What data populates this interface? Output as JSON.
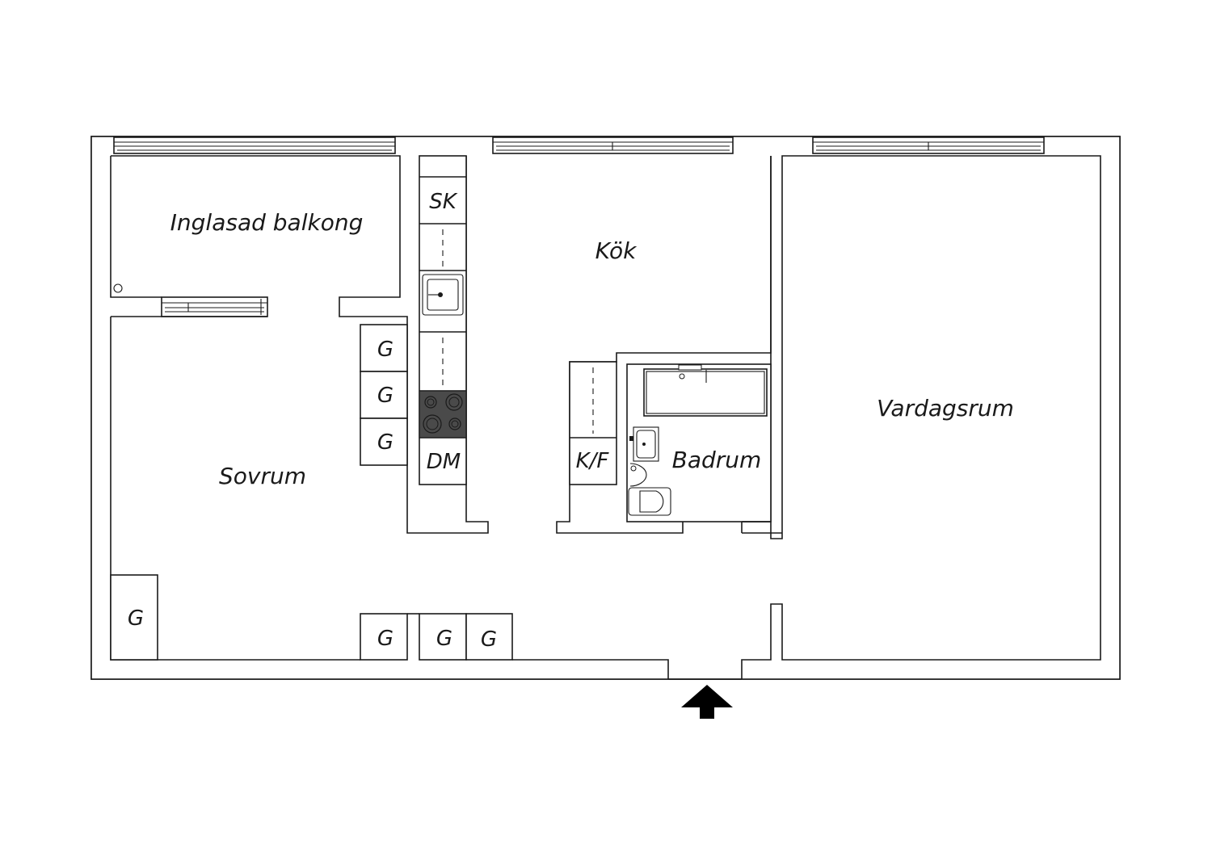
{
  "rooms": {
    "balcony": "Inglasad balkong",
    "kitchen": "Kök",
    "bedroom": "Sovrum",
    "bathroom": "Badrum",
    "living": "Vardagsrum"
  },
  "fixtures": {
    "sk": "SK",
    "dm": "DM",
    "kf": "K/F",
    "wardrobe": "G"
  },
  "colors": {
    "line": "#1a1a1a",
    "hob": "#4a4a4a",
    "arrow": "#000000"
  },
  "icons": {
    "entrance": "entrance-arrow-icon",
    "sink": "kitchen-sink-icon",
    "hob": "hob-icon",
    "bathtub": "bathtub-icon",
    "toilet": "toilet-icon",
    "washbasin": "washbasin-icon"
  }
}
